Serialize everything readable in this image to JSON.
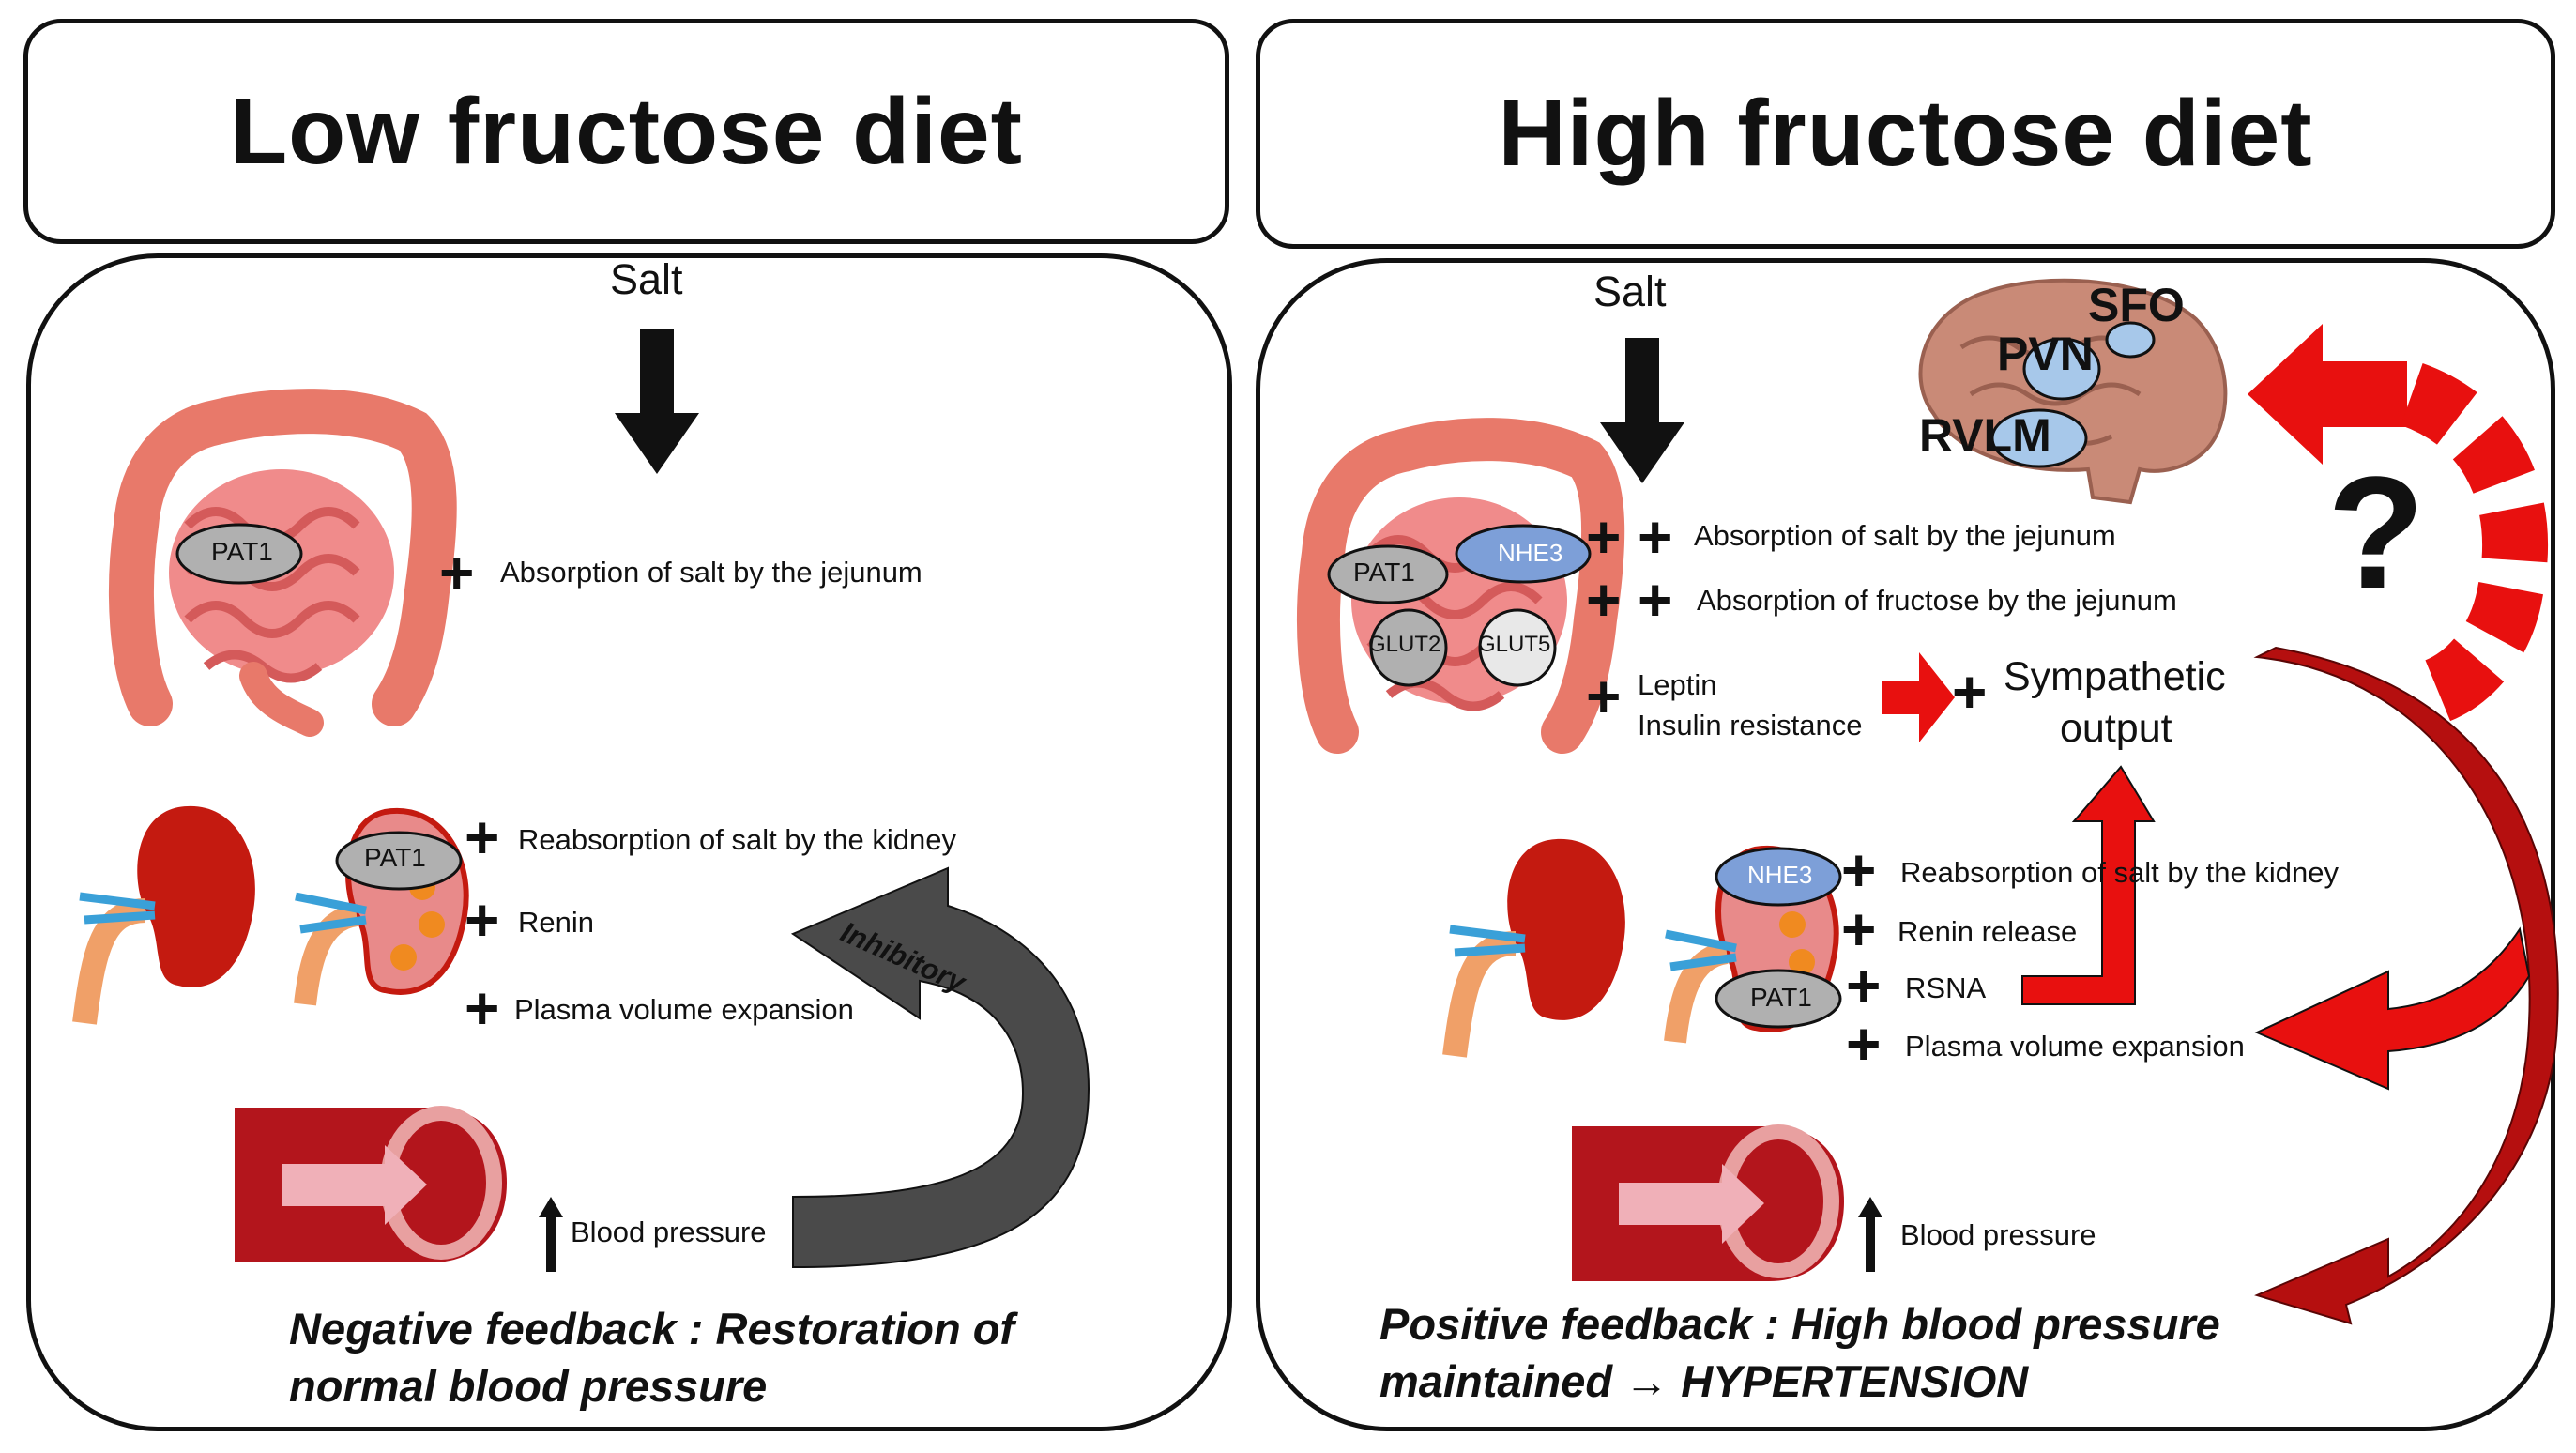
{
  "left": {
    "header": "Low fructose diet",
    "salt_label": "Salt",
    "intestine_transporter": "PAT1",
    "intestine_effect": "Absorption of salt by the jejunum",
    "kidney_transporter": "PAT1",
    "kidney_effects": [
      "Reabsorption of salt by the kidney",
      "Renin",
      "Plasma volume expansion"
    ],
    "blood_pressure": "Blood pressure",
    "feedback_arrow_label": "Inhibitory",
    "caption_line1": "Negative feedback : Restoration of",
    "caption_line2": "normal blood pressure"
  },
  "right": {
    "header": "High fructose diet",
    "salt_label": "Salt",
    "brain_regions": [
      "SFO",
      "PVN",
      "RVLM"
    ],
    "question_mark": "?",
    "intestine_transporters": [
      "PAT1",
      "NHE3",
      "GLUT2",
      "GLUT5"
    ],
    "intestine_effects": [
      "Absorption of salt by the jejunum",
      "Absorption of fructose by the jejunum"
    ],
    "metabolic_line1": "Leptin",
    "metabolic_line2": "Insulin resistance",
    "sympathetic_line1": "Sympathetic",
    "sympathetic_line2": "output",
    "kidney_transporters": [
      "NHE3",
      "PAT1"
    ],
    "kidney_effects": [
      "Reabsorption of salt by the kidney",
      "Renin release",
      "RSNA",
      "Plasma volume expansion"
    ],
    "blood_pressure": "Blood pressure",
    "caption_line1": "Positive feedback : High blood pressure",
    "caption_line2": "maintained → HYPERTENSION"
  },
  "colors": {
    "intestine": "#e8796a",
    "kidney": "#c41a10",
    "vessel": "#b3151c",
    "brain": "#c98a77",
    "brain_region": "#a7c8ea",
    "transporter_gray": "#b0b0b0",
    "transporter_blue": "#7d9fd8",
    "red_arrow": "#e8100f",
    "dark_red_arrow": "#b50f0f",
    "inhibitory_arrow": "#4a4a4a"
  }
}
